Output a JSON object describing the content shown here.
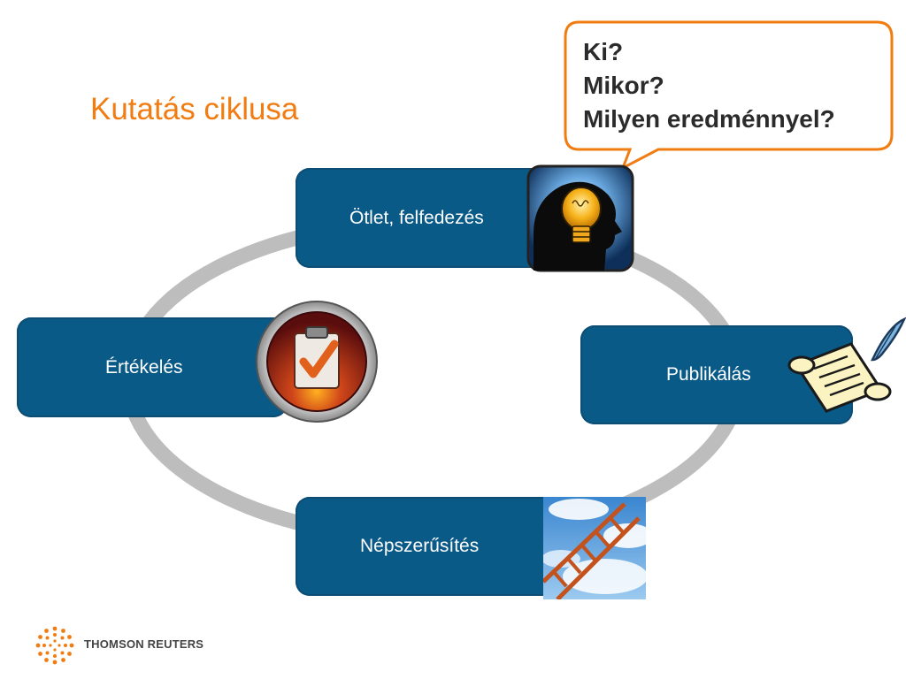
{
  "title": "Kutatás ciklusa",
  "callout": {
    "lines": [
      "Ki?",
      "Mikor?",
      "Milyen eredménnyel?"
    ],
    "border_color": "#f07c12"
  },
  "steps": {
    "idea": {
      "label": "Ötlet, felfedezés",
      "icon": "lightbulb-head-icon"
    },
    "publish": {
      "label": "Publikálás",
      "icon": "scroll-quill-icon"
    },
    "popularize": {
      "label": "Népszerűsítés",
      "icon": "ladder-sky-icon"
    },
    "evaluate": {
      "label": "Értékelés",
      "icon": "clipboard-check-icon"
    }
  },
  "colors": {
    "accent": "#f07c12",
    "box": "#0a5a88",
    "ring": "#bdbdbd"
  },
  "footer": {
    "brand": "THOMSON REUTERS"
  }
}
